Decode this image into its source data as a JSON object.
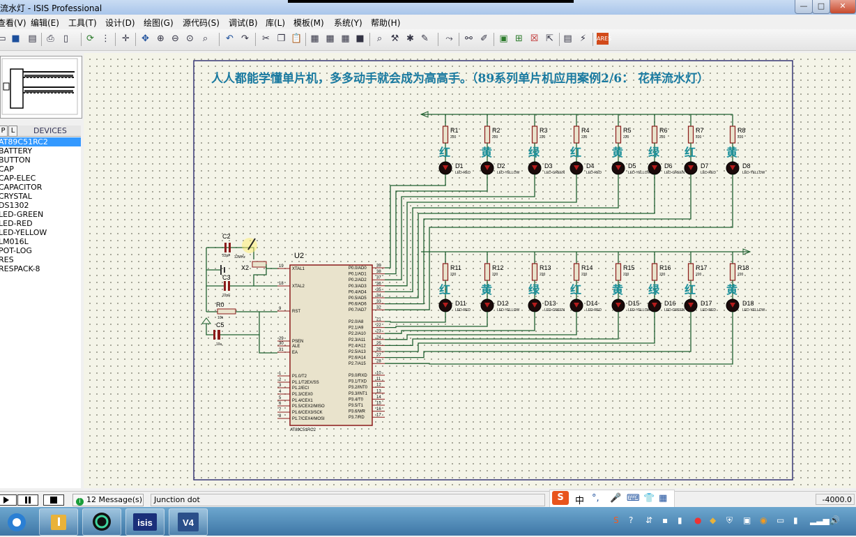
{
  "window": {
    "title": "流水灯 - ISIS Professional"
  },
  "menu": [
    "查看(V)",
    "编辑(E)",
    "工具(T)",
    "设计(D)",
    "绘图(G)",
    "源代码(S)",
    "调试(B)",
    "库(L)",
    "模板(M)",
    "系统(Y)",
    "帮助(H)"
  ],
  "toolbar_icons": [
    "open-icon",
    "save-icon",
    "print-icon",
    "print-setup-icon",
    "refresh-icon",
    "grid-icon",
    "origin-icon",
    "pan-icon",
    "zoom-in-icon",
    "zoom-out-icon",
    "zoom-all-icon",
    "zoom-area-icon",
    "undo-icon",
    "redo-icon",
    "cut-icon",
    "copy-icon",
    "paste-icon",
    "block-copy-icon",
    "block-move-icon",
    "block-rotate-icon",
    "block-delete-icon",
    "pick-device-icon",
    "make-device-icon",
    "package-icon",
    "decompose-icon",
    "wire-autorouter-icon",
    "search-tag-icon",
    "property-assign-icon",
    "new-sheet-icon",
    "remove-sheet-icon",
    "exit-parent-icon",
    "zoom-child-icon",
    "bill-of-materials-icon",
    "electrical-rules-icon",
    "netlist-ares-icon"
  ],
  "devices": {
    "buttons": [
      "P",
      "L"
    ],
    "header": "DEVICES",
    "selected_index": 0,
    "items": [
      "AT89C51RC2",
      "BATTERY",
      "BUTTON",
      "CAP",
      "CAP-ELEC",
      "CAPACITOR",
      "CRYSTAL",
      "DS1302",
      "LED-GREEN",
      "LED-RED",
      "LED-YELLOW",
      "LM016L",
      "POT-LOG",
      "RES",
      "RESPACK-8"
    ]
  },
  "schematic": {
    "banner": "人人都能学懂单片机，多多动手就会成为高高手。（89系列单片机应用案例2/6： 花样流水灯）",
    "mcu": {
      "ref": "U2",
      "part": "AT89C51RC2",
      "left_pins": [
        [
          "19",
          "XTAL1"
        ],
        [
          "18",
          "XTAL2"
        ],
        [
          "9",
          "RST"
        ],
        [
          "29",
          "PSEN"
        ],
        [
          "30",
          "ALE"
        ],
        [
          "31",
          "EA"
        ],
        [
          "1",
          "P1.0/T2"
        ],
        [
          "2",
          "P1.1/T2EX/SS"
        ],
        [
          "3",
          "P1.2/ECI"
        ],
        [
          "4",
          "P1.3/CEX0"
        ],
        [
          "5",
          "P1.4/CEX1"
        ],
        [
          "6",
          "P1.5/CEX2/MISO"
        ],
        [
          "7",
          "P1.6/CEX3/SCK"
        ],
        [
          "8",
          "P1.7/CEX4/MOSI"
        ]
      ],
      "p0": [
        [
          "39",
          "P0.0/AD0"
        ],
        [
          "38",
          "P0.1/AD1"
        ],
        [
          "37",
          "P0.2/AD2"
        ],
        [
          "36",
          "P0.3/AD3"
        ],
        [
          "35",
          "P0.4/AD4"
        ],
        [
          "34",
          "P0.5/AD5"
        ],
        [
          "33",
          "P0.6/AD6"
        ],
        [
          "32",
          "P0.7/AD7"
        ]
      ],
      "p2": [
        [
          "21",
          "P2.0/A8"
        ],
        [
          "22",
          "P2.1/A9"
        ],
        [
          "23",
          "P2.2/A10"
        ],
        [
          "24",
          "P2.3/A11"
        ],
        [
          "25",
          "P2.4/A12"
        ],
        [
          "26",
          "P2.5/A13"
        ],
        [
          "27",
          "P2.6/A14"
        ],
        [
          "28",
          "P2.7/A15"
        ]
      ],
      "p3": [
        [
          "10",
          "P3.0/RXD"
        ],
        [
          "11",
          "P3.1/TXD"
        ],
        [
          "12",
          "P3.2/INT0"
        ],
        [
          "13",
          "P3.3/INT1"
        ],
        [
          "14",
          "P3.4/T0"
        ],
        [
          "15",
          "P3.5/T1"
        ],
        [
          "16",
          "P3.6/WR"
        ],
        [
          "17",
          "P3.7/RD"
        ]
      ]
    },
    "passives": {
      "c2": [
        "C2",
        "22pF"
      ],
      "c3": [
        "C3",
        "22pF"
      ],
      "x2": [
        "X2",
        "12MHz"
      ],
      "r0": [
        "R0",
        "10k"
      ],
      "c5": [
        "C5",
        "10u"
      ]
    },
    "rows": [
      {
        "resistors": [
          "R1",
          "R2",
          "R3",
          "R4",
          "R5",
          "R6",
          "R7",
          "R8"
        ],
        "leds": [
          "D1",
          "D2",
          "D3",
          "D4",
          "D5",
          "D6",
          "D7",
          "D8"
        ]
      },
      {
        "resistors": [
          "R11",
          "R12",
          "R13",
          "R14",
          "R15",
          "R16",
          "R17",
          "R18"
        ],
        "leds": [
          "D11",
          "D12",
          "D13",
          "D14",
          "D15",
          "D16",
          "D17",
          "D18"
        ]
      }
    ],
    "resistor_value": "220",
    "led_colors": [
      "红",
      "黄",
      "绿",
      "红",
      "黄",
      "绿",
      "红",
      "黄"
    ],
    "led_types": [
      "LED-RED",
      "LED-YELLOW",
      "LED-GREEN",
      "LED-RED",
      "LED-YELLOW",
      "LED-GREEN",
      "LED-RED",
      "LED-YELLOW"
    ]
  },
  "status": {
    "messages": "12 Message(s)",
    "text": "Junction dot",
    "coord": "-4000.0"
  },
  "ime": {
    "mode": "中"
  },
  "colors": {
    "wire": "#1f5f2f",
    "component": "#8b1a1a",
    "label_cyan": "#1a8f9a",
    "banner": "#1a7aa0",
    "border": "#2a2a6e"
  }
}
